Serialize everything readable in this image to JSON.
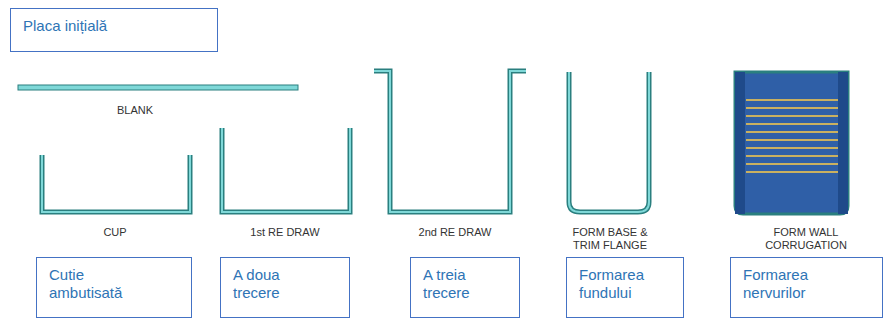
{
  "diagram": {
    "nodes": [
      {
        "text": [
          "Placa inițială"
        ]
      },
      {
        "text": [
          "Cutie ambutisată"
        ]
      },
      {
        "text": [
          "A doua trecere"
        ]
      },
      {
        "text": [
          "A treia trecere"
        ]
      },
      {
        "text": [
          "Formarea fundului"
        ]
      },
      {
        "text": [
          "Formarea nervurilor"
        ]
      }
    ],
    "labels": [
      "BLANK",
      "CUP",
      "1st RE DRAW",
      "2nd RE DRAW",
      "FORM BASE & TRIM FLANGE",
      "FORM WALL CORRUGATION"
    ]
  }
}
